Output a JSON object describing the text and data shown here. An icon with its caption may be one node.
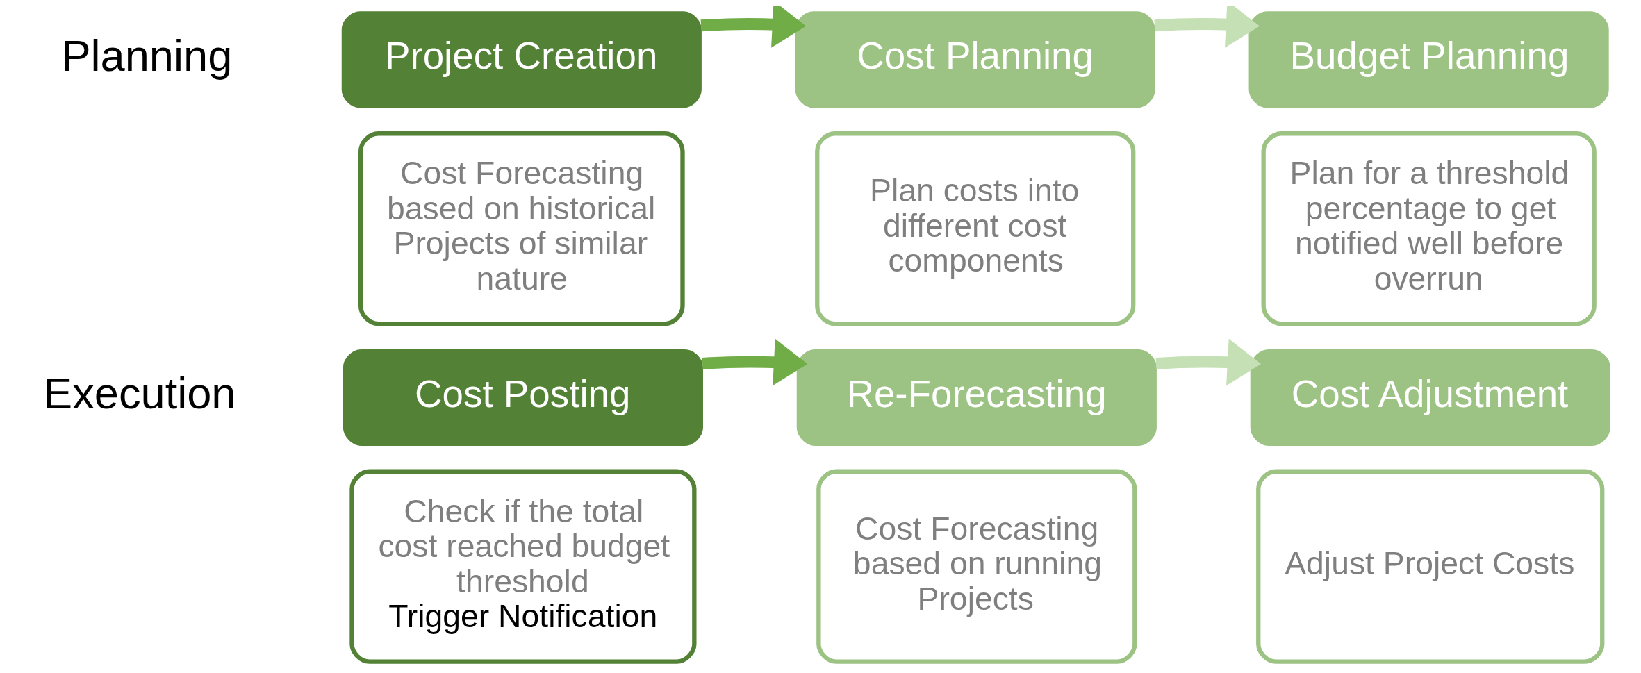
{
  "diagram": {
    "nodes": [
      {
        "text": [
          "Project Creation"
        ]
      },
      {
        "text": [
          "Cost Forecasting based on historical Projects of similar nature"
        ]
      },
      {
        "text": [
          "Cost Planning"
        ]
      },
      {
        "text": [
          "Plan costs into different cost components"
        ]
      },
      {
        "text": [
          "Budget Planning"
        ]
      },
      {
        "text": [
          "Plan for a threshold percentage to get notified well before overrun"
        ]
      },
      {
        "text": [
          "Cost Posting"
        ]
      },
      {
        "text": [
          "Check if the total cost reached budget threshold",
          "Trigger Notification"
        ]
      },
      {
        "text": [
          "Re-Forecasting"
        ]
      },
      {
        "text": [
          "Cost Forecasting based on running Projects"
        ]
      },
      {
        "text": [
          "Cost Adjustment"
        ]
      },
      {
        "text": [
          "Adjust Project Costs"
        ]
      }
    ],
    "edges": [
      {
        "from": 0,
        "to": 2,
        "arrow": "to",
        "color": "#70ad47"
      },
      {
        "from": 2,
        "to": 4,
        "arrow": "to",
        "color": "#c5e0b4"
      },
      {
        "from": 6,
        "to": 8,
        "arrow": "to",
        "color": "#70ad47"
      },
      {
        "from": 8,
        "to": 10,
        "arrow": "to",
        "color": "#c5e0b4"
      }
    ],
    "labels": [
      "Planning",
      "Execution"
    ]
  }
}
